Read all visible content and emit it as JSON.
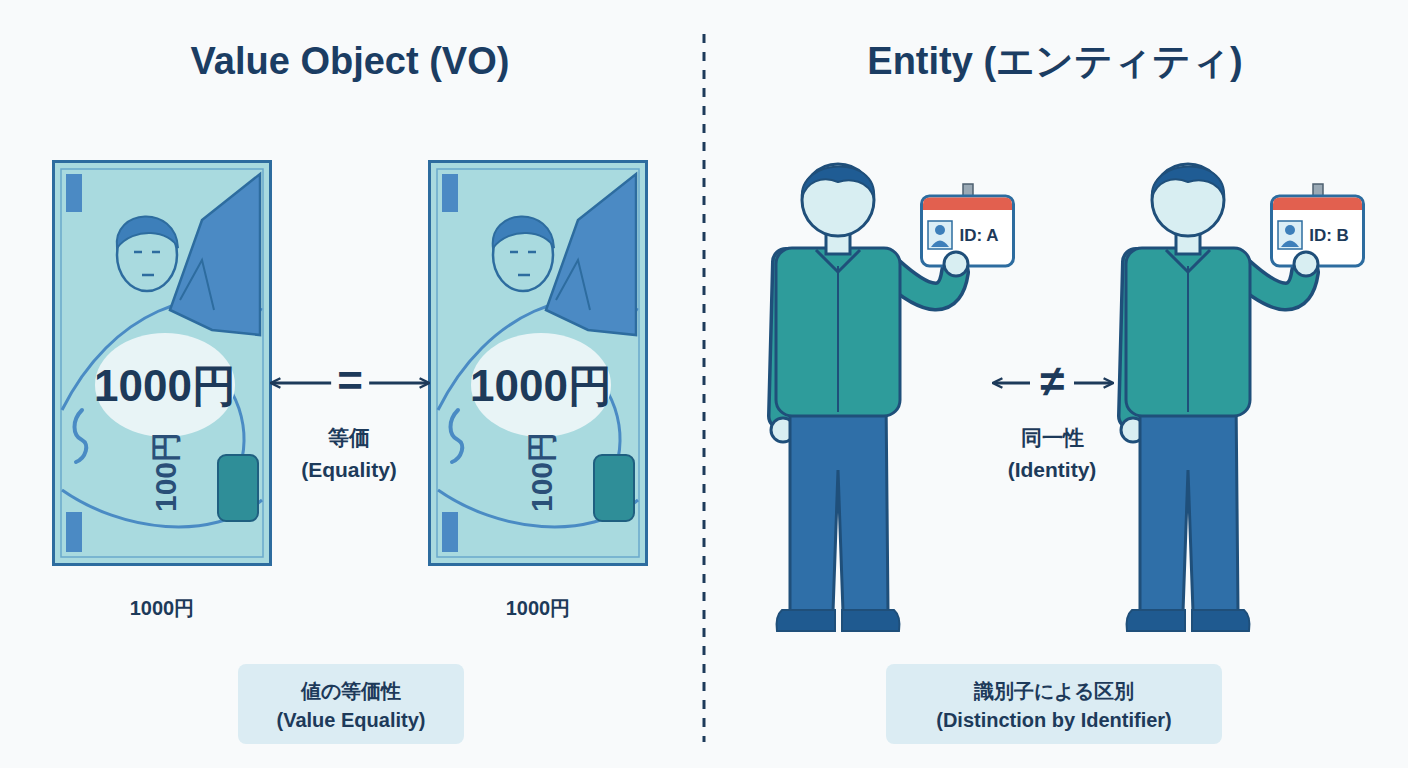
{
  "diagram": {
    "nodes": [
      {
        "text": [
          "1000円",
          "100円",
          "1000円"
        ]
      },
      {
        "text": [
          "1000円",
          "100円",
          "1000円"
        ]
      },
      {
        "text": [
          "ID: A"
        ]
      },
      {
        "text": [
          "ID: B"
        ]
      },
      {
        "text": [
          "値の等価性",
          "(Value Equality)"
        ]
      },
      {
        "text": [
          "識別子による区別",
          "(Distinction by Identifier)"
        ]
      }
    ],
    "edges": [
      {
        "from": 0,
        "to": 1,
        "arrow": "both",
        "label": "="
      }
    ],
    "labels": [
      "Value Object (VO)",
      "Entity (エンティティ)",
      "等価",
      "(Equality)",
      "≠",
      "同一性",
      "(Identity)"
    ]
  }
}
